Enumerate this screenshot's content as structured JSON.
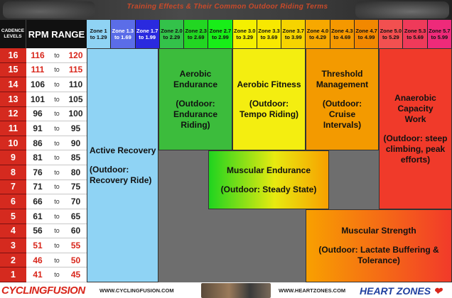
{
  "banner": {
    "title": "Training Effects & Their Common Outdoor Riding Terms"
  },
  "header": {
    "cadence_levels": "CADENCE LEVELS",
    "rpm_range": "RPM RANGE"
  },
  "zones": [
    {
      "label": "Zone 1 to 1.29",
      "color": "#8fd3f4"
    },
    {
      "label": "Zone 1.3 to 1.69",
      "color": "#5b6de8"
    },
    {
      "label": "Zone 1.7 to 1.99",
      "color": "#2a2adf"
    },
    {
      "label": "Zone 2.0 to 2.29",
      "color": "#33c24a"
    },
    {
      "label": "Zone 2.3 to 2.69",
      "color": "#22d622"
    },
    {
      "label": "Zone 2.7 to 2.99",
      "color": "#18ee18"
    },
    {
      "label": "Zone 3.0 to 3.29",
      "color": "#f4f000"
    },
    {
      "label": "Zone 3.3 to 3.69",
      "color": "#f8e800"
    },
    {
      "label": "Zone 3.7 to 3.99",
      "color": "#f6d400"
    },
    {
      "label": "Zone 4.0 to 4.29",
      "color": "#f7a800"
    },
    {
      "label": "Zone 4.3 to 4.69",
      "color": "#f59800"
    },
    {
      "label": "Zone 4.7 to 4.99",
      "color": "#f28800"
    },
    {
      "label": "Zone 5.0 to 5.29",
      "color": "#f25050"
    },
    {
      "label": "Zone 5.3 to 5.69",
      "color": "#ef3a5a"
    },
    {
      "label": "Zone 5.7 to 5.99",
      "color": "#ee2a7a"
    }
  ],
  "cadence_rows": [
    {
      "level": "16",
      "low": "116",
      "to": "to",
      "high": "120",
      "accent": true
    },
    {
      "level": "15",
      "low": "111",
      "to": "to",
      "high": "115",
      "accent": true
    },
    {
      "level": "14",
      "low": "106",
      "to": "to",
      "high": "110",
      "accent": false
    },
    {
      "level": "13",
      "low": "101",
      "to": "to",
      "high": "105",
      "accent": false
    },
    {
      "level": "12",
      "low": "96",
      "to": "to",
      "high": "100",
      "accent": false
    },
    {
      "level": "11",
      "low": "91",
      "to": "to",
      "high": "95",
      "accent": false
    },
    {
      "level": "10",
      "low": "86",
      "to": "to",
      "high": "90",
      "accent": false
    },
    {
      "level": "9",
      "low": "81",
      "to": "to",
      "high": "85",
      "accent": false
    },
    {
      "level": "8",
      "low": "76",
      "to": "to",
      "high": "80",
      "accent": false
    },
    {
      "level": "7",
      "low": "71",
      "to": "to",
      "high": "75",
      "accent": false
    },
    {
      "level": "6",
      "low": "66",
      "to": "to",
      "high": "70",
      "accent": false
    },
    {
      "level": "5",
      "low": "61",
      "to": "to",
      "high": "65",
      "accent": false
    },
    {
      "level": "4",
      "low": "56",
      "to": "to",
      "high": "60",
      "accent": false
    },
    {
      "level": "3",
      "low": "51",
      "to": "to",
      "high": "55",
      "accent": true
    },
    {
      "level": "2",
      "low": "46",
      "to": "to",
      "high": "50",
      "accent": true
    },
    {
      "level": "1",
      "low": "41",
      "to": "to",
      "high": "45",
      "accent": true
    }
  ],
  "effects": {
    "active_recovery": {
      "title": "Active Recovery",
      "outdoor": "(Outdoor: Recovery Ride)",
      "color": "#8fd3f4"
    },
    "aerobic_endurance": {
      "title": "Aerobic Endurance",
      "outdoor": "(Outdoor: Endurance Riding)",
      "color": "#3cbc3c"
    },
    "aerobic_fitness": {
      "title": "Aerobic Fitness",
      "outdoor": "(Outdoor: Tempo Riding)",
      "color": "#f4ee10"
    },
    "threshold": {
      "title": "Threshold Management",
      "outdoor": "(Outdoor: Cruise Intervals)",
      "color": "#f39a00"
    },
    "anaerobic": {
      "title": "Anaerobic Capacity Work",
      "outdoor": "(Outdoor: steep climbing, peak efforts)",
      "color": "#f03a2a"
    },
    "muscular_endurance": {
      "title": "Muscular Endurance",
      "outdoor": "(Outdoor: Steady State)",
      "color_start": "#1fd41f",
      "color_end": "#f8a000"
    },
    "muscular_strength": {
      "title": "Muscular Strength",
      "outdoor": "(Outdoor: Lactate Buffering & Tolerance)",
      "color_start": "#f8a000",
      "color_end": "#f23a2a"
    }
  },
  "footer": {
    "logo_left": "CYCLINGFUSION",
    "url_left": "WWW.CYCLINGFUSION.COM",
    "url_right": "WWW.HEARTZONES.COM",
    "logo_right": "HEART ZONES"
  }
}
